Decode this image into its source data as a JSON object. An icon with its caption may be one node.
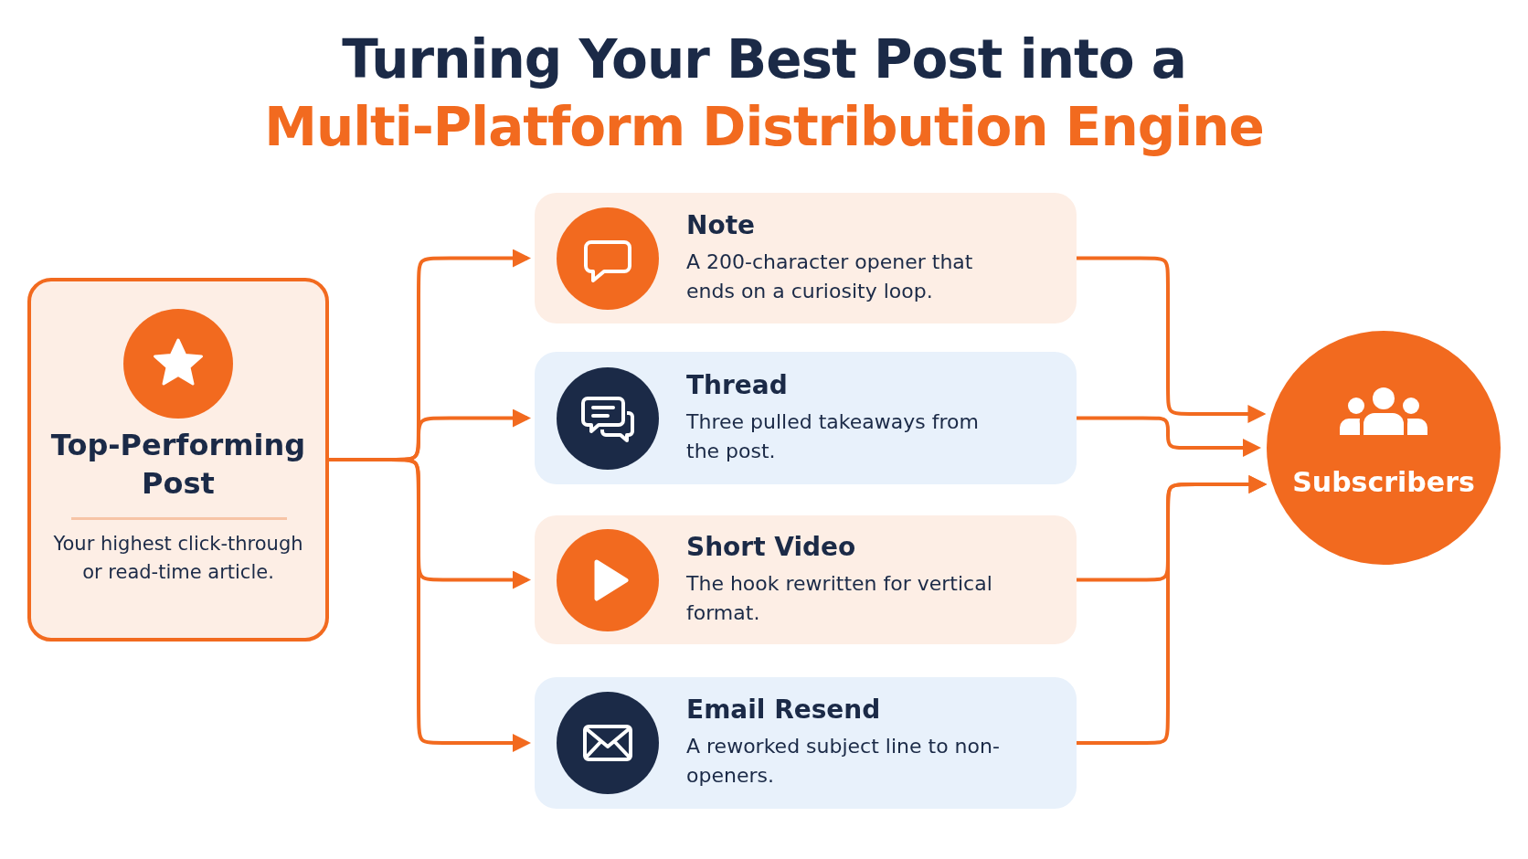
{
  "diagram": {
    "title": "Turning Your Best Post into a **Multi-Platform Distribution Engine**",
    "nodes": [
      {
        "text": [
          "Top-Performing Post",
          "Your highest click-through or read-time article."
        ]
      },
      {
        "text": [
          "Note",
          "A 200-character opener that ends on a curiosity loop."
        ]
      },
      {
        "text": [
          "Thread",
          "Three pulled takeaways from the post."
        ]
      },
      {
        "text": [
          "Short Video",
          "The hook rewritten for vertical format."
        ]
      },
      {
        "text": [
          "Email Resend",
          "A reworked subject line to non-openers."
        ]
      },
      {
        "text": [
          "Subscribers"
        ]
      }
    ],
    "edges": [
      {
        "from": 0,
        "to": 1,
        "arrow": "to"
      },
      {
        "from": 0,
        "to": 2,
        "arrow": "to"
      },
      {
        "from": 0,
        "to": 3,
        "arrow": "to"
      },
      {
        "from": 0,
        "to": 4,
        "arrow": "to"
      },
      {
        "from": 1,
        "to": 5,
        "arrow": "to"
      },
      {
        "from": 2,
        "to": 5,
        "arrow": "to"
      },
      {
        "from": 3,
        "to": 5,
        "arrow": "to"
      },
      {
        "from": 4,
        "to": 5,
        "arrow": "to"
      }
    ]
  }
}
